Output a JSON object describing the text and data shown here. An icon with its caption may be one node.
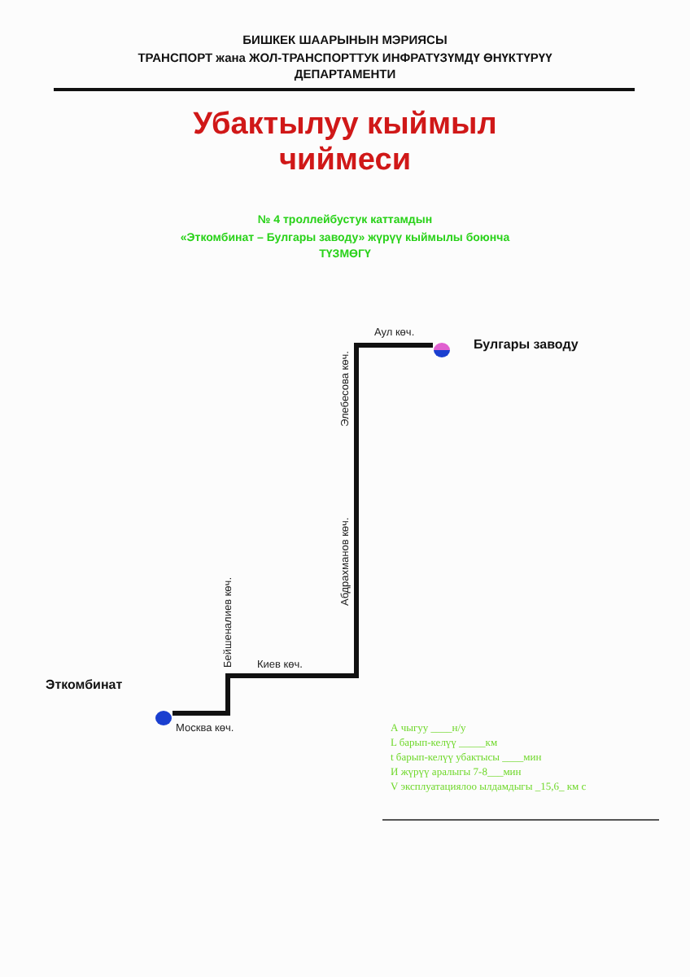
{
  "diagram": {
    "title": "Убактылуу кыймыл чиймеси",
    "nodes": [
      {
        "text": [],
        "shape": "circle",
        "beside": [
          "Эткомбинат"
        ]
      },
      {
        "text": [],
        "shape": "circle",
        "beside": [
          "Булгары заводу"
        ]
      }
    ],
    "edges": [
      {
        "from": 0,
        "to": 1,
        "arrow": "none"
      }
    ],
    "labels": [
      "БИШКЕК ШААРЫНЫН МЭРИЯСЫ",
      "ТРАНСПОРТ жана ЖОЛ-ТРАНСПОРТТУК ИНФРАТҮЗҮМДҮ ӨНҮКТҮРҮҮ",
      "ДЕПАРТАМЕНТИ",
      "№ 4 троллейбустук каттамдын",
      "«Эткомбинат – Булгары заводу» жүрүү кыймылы боюнча",
      "ТҮЗМӨГҮ",
      "Аул көч.",
      "Элебесова көч.",
      "Абдрахманов көч.",
      "Бейшеналиев көч.",
      "Киев көч.",
      "Москва көч.",
      "А чыгуу ____н/у",
      "L барып-келүү _____км",
      "t барып-келүү убактысы ____мин",
      "И жүрүү аралыгы 7-8___мин",
      "V эксплуатациялоо ылдамдыгы _15,6_ км с"
    ]
  }
}
